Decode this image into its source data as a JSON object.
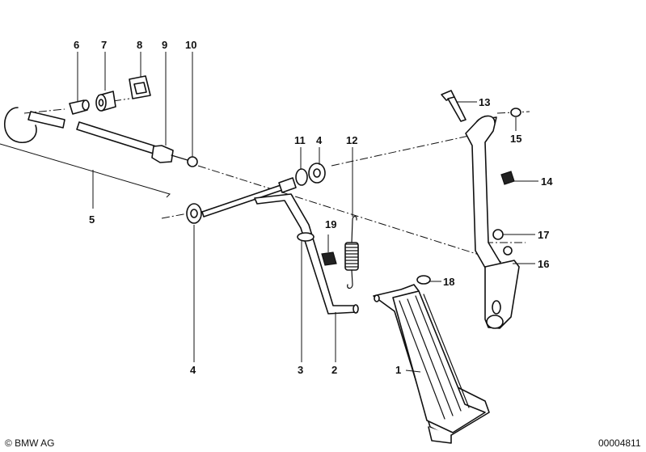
{
  "callouts": [
    "1",
    "2",
    "3",
    "4",
    "4",
    "5",
    "6",
    "7",
    "8",
    "9",
    "10",
    "11",
    "12",
    "13",
    "14",
    "15",
    "16",
    "17",
    "18",
    "19"
  ],
  "footer": {
    "copyright": "© BMW AG",
    "diagram_number": "00004811"
  },
  "colors": {
    "ink": "#111111",
    "background": "#ffffff"
  }
}
